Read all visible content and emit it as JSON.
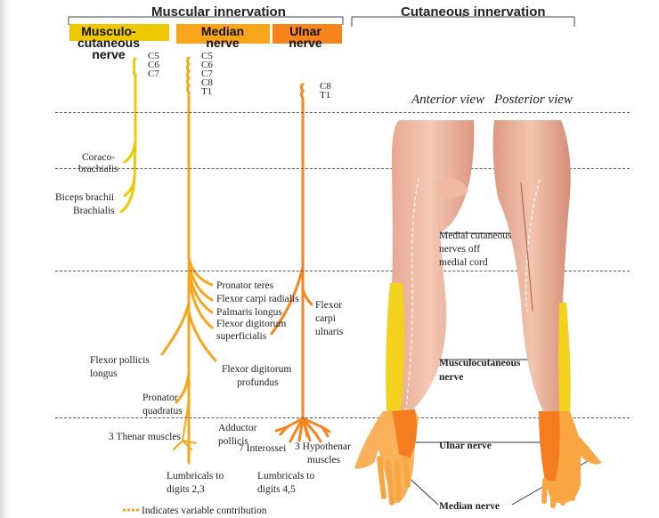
{
  "headers": {
    "muscular": "Muscular innervation",
    "cutaneous": "Cutaneous innervation"
  },
  "nerves": {
    "musculocutaneous": {
      "name_line1": "Musculo-",
      "name_line2": "cutaneous",
      "name_line3": "nerve",
      "color": "#f0c800",
      "roots": [
        "C5",
        "C6",
        "C7"
      ]
    },
    "median": {
      "name_line1": "Median",
      "name_line2": "nerve",
      "color": "#f9a51a",
      "roots": [
        "C5",
        "C6",
        "C7",
        "C8",
        "T1"
      ]
    },
    "ulnar": {
      "name_line1": "Ulnar",
      "name_line2": "nerve",
      "color": "#f7841c",
      "roots": [
        "C8",
        "T1"
      ]
    }
  },
  "muscles": {
    "coracobrachialis_1": "Coraco-",
    "coracobrachialis_2": "brachialis",
    "biceps": "Biceps brachii",
    "brachialis": "Brachialis",
    "pronator_teres": "Pronator teres",
    "flexor_carpi_radialis": "Flexor carpi radialis",
    "palmaris_longus": "Palmaris longus",
    "fds_1": "Flexor digitorum",
    "fds_2": "superficialis",
    "fcu_1": "Flexor",
    "fcu_2": "carpi",
    "fcu_3": "ulnaris",
    "fpl_1": "Flexor pollicis",
    "fpl_2": "longus",
    "fdp_1": "Flexor digitorum",
    "fdp_2": "profundus",
    "pq_1": "Pronator",
    "pq_2": "quadratus",
    "thenar": "3 Thenar muscles",
    "adductor_1": "Adductor",
    "adductor_2": "pollicis",
    "interossei": "7 Interossei",
    "hypothenar_1": "3 Hypothenar",
    "hypothenar_2": "muscles",
    "lumbricals_23_1": "Lumbricals to",
    "lumbricals_23_2": "digits 2,3",
    "lumbricals_45_1": "Lumbricals to",
    "lumbricals_45_2": "digits 4,5"
  },
  "legend": {
    "variable": "Indicates variable contribution"
  },
  "cutaneous": {
    "anterior_view": "Anterior view",
    "posterior_view": "Posterior view",
    "medial_1": "Medial cutaneous",
    "medial_2": "nerves off",
    "medial_3": "medial cord",
    "musculocutaneous_1": "Musculocutaneous",
    "musculocutaneous_2": "nerve",
    "ulnar": "Ulnar nerve",
    "median": "Median nerve"
  }
}
